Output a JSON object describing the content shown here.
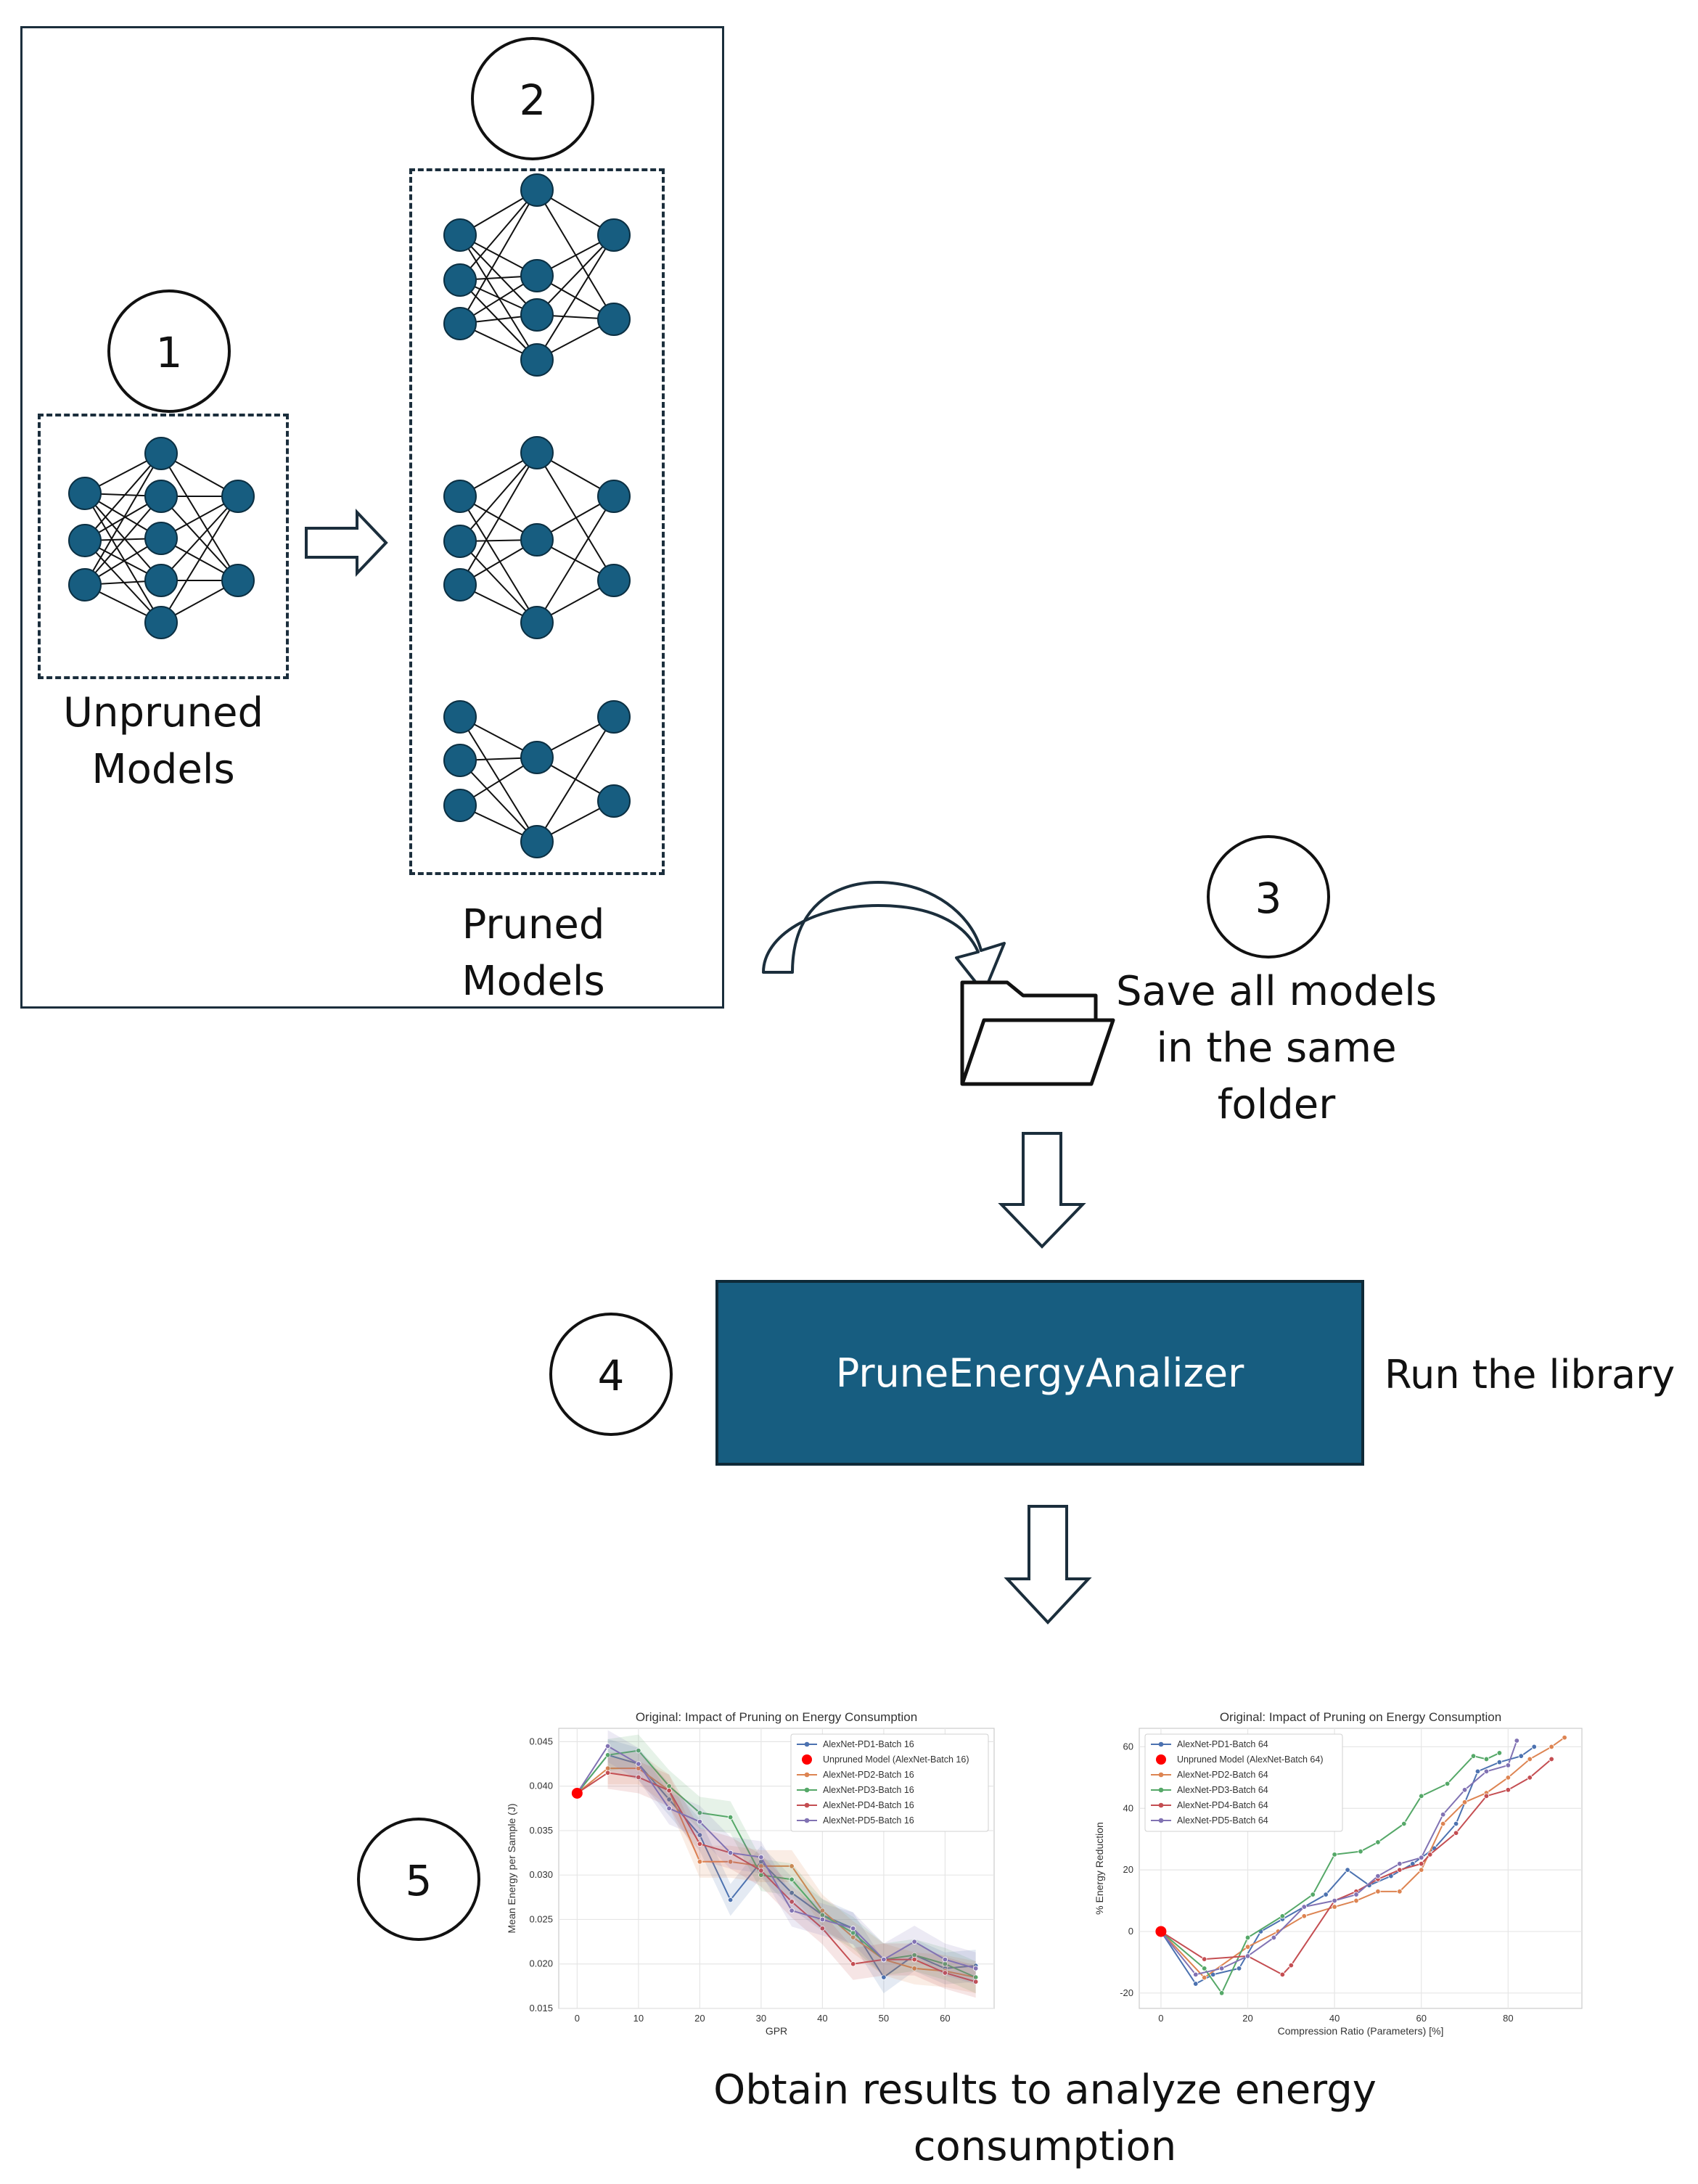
{
  "steps": [
    "1",
    "2",
    "3",
    "4",
    "5"
  ],
  "labels": {
    "unpruned": [
      "Unpruned",
      "Models"
    ],
    "pruned": [
      "Pruned",
      "Models"
    ],
    "save": [
      "Save all models",
      "in the same",
      "folder"
    ],
    "library": "PruneEnergyAnalizer",
    "run": "Run the library",
    "results": [
      "Obtain results to analyze energy",
      "consumption"
    ]
  },
  "colors": {
    "node": "#175d80",
    "library_box": "#175d80",
    "library_text": "#ffffff",
    "series": [
      "#4c72b0",
      "#dd8452",
      "#55a868",
      "#c44e52",
      "#8172b3"
    ],
    "unpruned_marker": "#ff0000"
  },
  "icons": [
    "right-arrow-icon",
    "curved-arrow-icon",
    "folder-icon",
    "down-arrow-icon"
  ],
  "chart_data": [
    {
      "type": "line",
      "title": "Original: Impact of Pruning on Energy Consumption",
      "xlabel": "GPR",
      "ylabel": "Mean Energy per Sample (J)",
      "xlim": [
        -3,
        68
      ],
      "ylim": [
        0.015,
        0.0465
      ],
      "xticks": [
        "0",
        "10",
        "20",
        "30",
        "40",
        "50",
        "60"
      ],
      "yticks": [
        "0.015",
        "0.020",
        "0.025",
        "0.030",
        "0.035",
        "0.040",
        "0.045"
      ],
      "grid": true,
      "legend": "top-right",
      "unpruned": {
        "name": "Unpruned Model (AlexNet-Batch 16)",
        "x": 0,
        "y": 0.0392
      },
      "x": [
        5,
        10,
        15,
        20,
        25,
        30,
        35,
        40,
        45,
        50,
        55,
        60,
        65
      ],
      "series": [
        {
          "name": "AlexNet-PD1-Batch 16",
          "values": [
            0.0435,
            0.0425,
            0.0385,
            0.0345,
            0.0272,
            0.0315,
            0.028,
            0.0255,
            0.024,
            0.0185,
            0.021,
            0.0195,
            0.0198
          ]
        },
        {
          "name": "AlexNet-PD2-Batch 16",
          "values": [
            0.042,
            0.042,
            0.0395,
            0.0315,
            0.0315,
            0.031,
            0.031,
            0.026,
            0.023,
            0.0205,
            0.0195,
            0.0192,
            0.0185
          ]
        },
        {
          "name": "AlexNet-PD3-Batch 16",
          "values": [
            0.0435,
            0.044,
            0.04,
            0.037,
            0.0365,
            0.03,
            0.0295,
            0.0255,
            0.0235,
            0.0205,
            0.021,
            0.02,
            0.0185
          ]
        },
        {
          "name": "AlexNet-PD4-Batch 16",
          "values": [
            0.0415,
            0.041,
            0.0395,
            0.0335,
            0.0325,
            0.0305,
            0.027,
            0.024,
            0.02,
            0.0205,
            0.0205,
            0.019,
            0.018
          ]
        },
        {
          "name": "AlexNet-PD5-Batch 16",
          "values": [
            0.0445,
            0.0425,
            0.0375,
            0.036,
            0.0325,
            0.032,
            0.026,
            0.025,
            0.024,
            0.0205,
            0.0225,
            0.0205,
            0.0195
          ]
        }
      ]
    },
    {
      "type": "line",
      "title": "Original: Impact of Pruning on Energy Consumption",
      "xlabel": "Compression Ratio (Parameters) [%]",
      "ylabel": "% Energy Reduction",
      "xlim": [
        -5,
        97
      ],
      "ylim": [
        -25,
        66
      ],
      "xticks": [
        "0",
        "20",
        "40",
        "60",
        "80"
      ],
      "yticks": [
        "-20",
        "0",
        "20",
        "40",
        "60"
      ],
      "grid": true,
      "legend": "top-left",
      "unpruned": {
        "name": "Unpruned Model (AlexNet-Batch 64)",
        "x": 0,
        "y": 0
      },
      "series": [
        {
          "name": "AlexNet-PD1-Batch 64",
          "x": [
            0,
            8,
            12,
            18,
            23,
            28,
            33,
            38,
            43,
            48,
            53,
            58,
            63,
            68,
            73,
            78,
            83,
            86
          ],
          "y": [
            0,
            -17,
            -14,
            -12,
            0,
            4,
            8,
            12,
            20,
            15,
            18,
            22,
            27,
            35,
            52,
            55,
            57,
            60
          ]
        },
        {
          "name": "AlexNet-PD2-Batch 64",
          "x": [
            0,
            10,
            20,
            27,
            33,
            40,
            45,
            50,
            55,
            60,
            65,
            70,
            75,
            80,
            85,
            90,
            93
          ],
          "y": [
            0,
            -15,
            -5,
            0,
            5,
            8,
            10,
            13,
            13,
            20,
            35,
            42,
            45,
            50,
            56,
            60,
            63
          ]
        },
        {
          "name": "AlexNet-PD3-Batch 64",
          "x": [
            0,
            10,
            14,
            20,
            28,
            35,
            40,
            46,
            50,
            56,
            60,
            66,
            72,
            75,
            78
          ],
          "y": [
            0,
            -12,
            -20,
            -2,
            5,
            12,
            25,
            26,
            29,
            35,
            44,
            48,
            57,
            56,
            58
          ]
        },
        {
          "name": "AlexNet-PD4-Batch 64",
          "x": [
            0,
            10,
            20,
            28,
            30,
            40,
            45,
            50,
            55,
            60,
            62,
            68,
            75,
            80,
            85,
            90
          ],
          "y": [
            0,
            -9,
            -8,
            -14,
            -11,
            10,
            13,
            17,
            20,
            22,
            25,
            32,
            44,
            46,
            50,
            56
          ]
        },
        {
          "name": "AlexNet-PD5-Batch 64",
          "x": [
            0,
            8,
            14,
            20,
            26,
            33,
            40,
            45,
            50,
            55,
            60,
            65,
            70,
            75,
            80,
            82
          ],
          "y": [
            0,
            -14,
            -12,
            -8,
            -2,
            8,
            10,
            12,
            18,
            22,
            24,
            38,
            46,
            52,
            54,
            62
          ]
        }
      ]
    }
  ]
}
